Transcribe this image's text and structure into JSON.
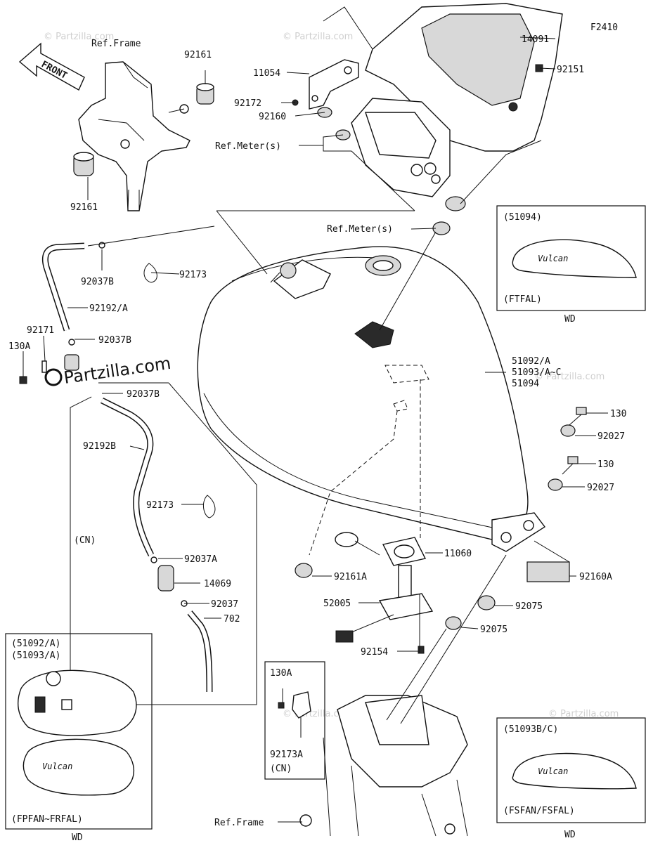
{
  "figure_code": "F2410",
  "front_arrow": "FRONT",
  "watermarks": {
    "site": "© Partzilla.com",
    "overlay": "Partzilla.com"
  },
  "labels": {
    "ref_frame_top": "Ref.Frame",
    "ref_frame_bottom": "Ref.Frame",
    "ref_meters_left": "Ref.Meter(s)",
    "ref_meters_right": "Ref.Meter(s)",
    "p14091": "14091",
    "p92151": "92151",
    "p11054": "11054",
    "p92172": "92172",
    "p92160": "92160",
    "p92161_top": "92161",
    "p92161_bottom": "92161",
    "p92037B_1": "92037B",
    "p92173_1": "92173",
    "p92192A": "92192/A",
    "p92171": "92171",
    "p92037B_2": "92037B",
    "p130A": "130A",
    "p92037B_3": "92037B",
    "p92192B": "92192B",
    "p92173_2": "92173",
    "cn_1": "(CN)",
    "p92037A": "92037A",
    "p14069": "14069",
    "p92037": "92037",
    "p702": "702",
    "tank_1": "51092/A",
    "tank_2": "51093/A~C",
    "tank_3": "51094",
    "p130_1": "130",
    "p92027_1": "92027",
    "p130_2": "130",
    "p92027_2": "92027",
    "p11060": "11060",
    "p92161A": "92161A",
    "p92160A": "92160A",
    "p52005": "52005",
    "p92075_1": "92075",
    "p92075_2": "92075",
    "p92154": "92154"
  },
  "insets": {
    "ftfal": {
      "code": "(51094)",
      "model": "(FTFAL)",
      "note": "WD"
    },
    "fpfan": {
      "code1": "(51092/A)",
      "code2": "(51093/A)",
      "model": "(FPFAN~FRFAL)",
      "note": "WD"
    },
    "fsfan": {
      "code": "(51093B/C)",
      "model": "(FSFAN/FSFAL)",
      "note": "WD"
    },
    "cn_box": {
      "part1": "130A",
      "part2": "92173A",
      "model": "(CN)"
    }
  },
  "tank_script": "Vulcan"
}
